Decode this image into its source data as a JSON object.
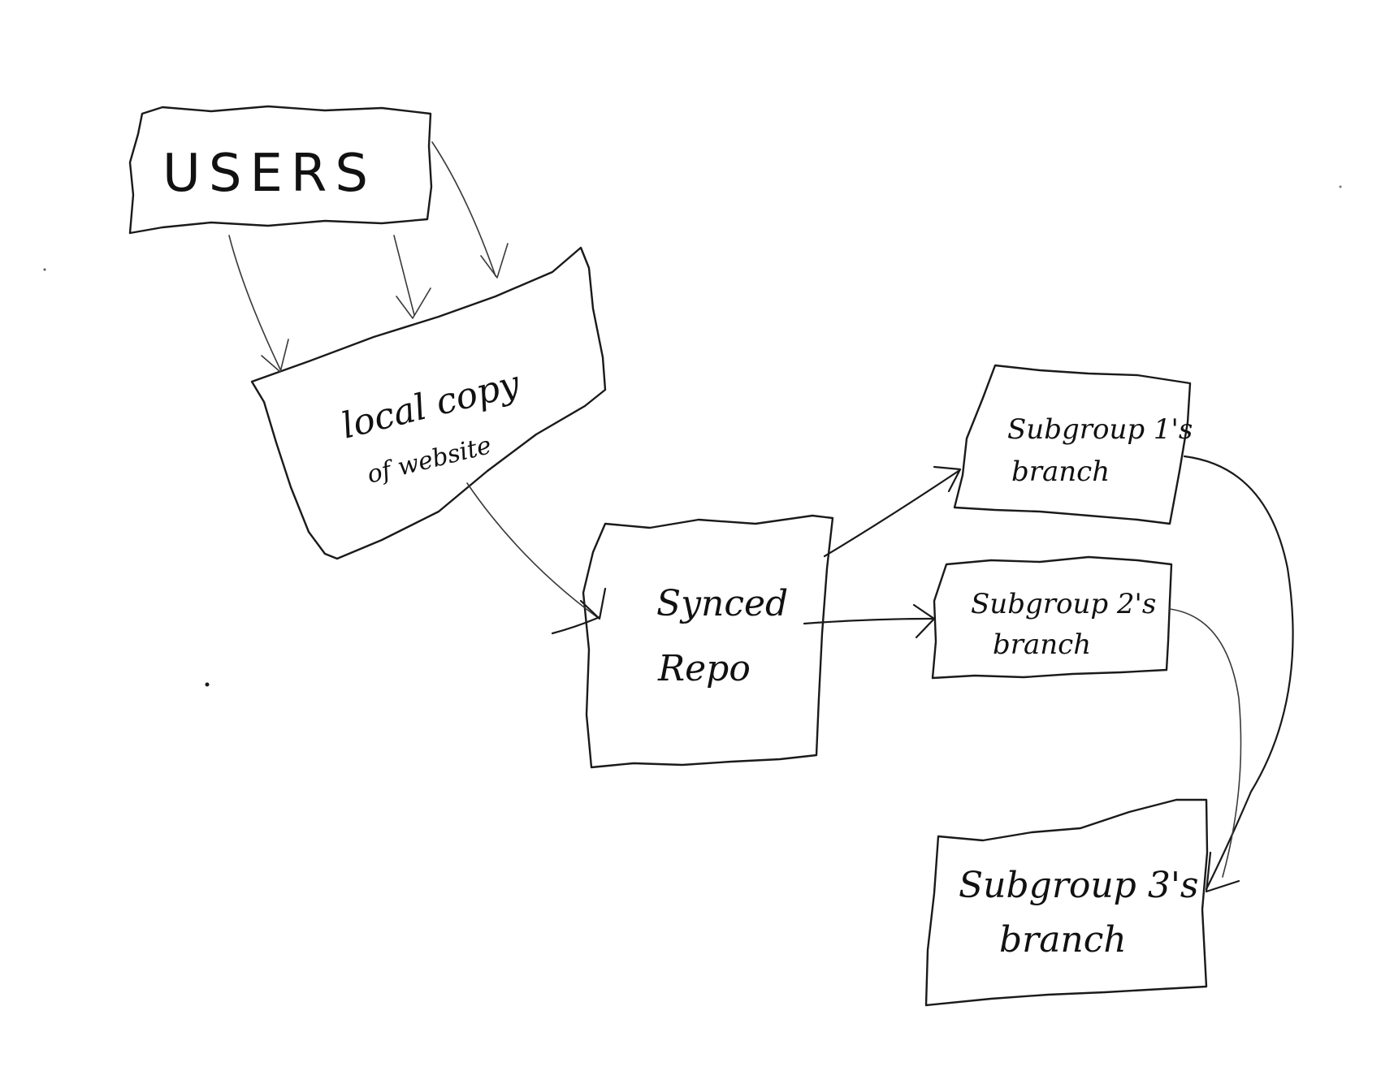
{
  "diagram": {
    "nodes": {
      "users": {
        "label": "USERS"
      },
      "local_copy": {
        "line1": "local copy",
        "line2": "of website"
      },
      "synced_repo": {
        "line1": "Synced",
        "line2": "Repo"
      },
      "subgroup1": {
        "line1": "Subgroup 1's",
        "line2": "branch"
      },
      "subgroup2": {
        "line1": "Subgroup 2's",
        "line2": "branch"
      },
      "subgroup3": {
        "line1": "Subgroup 3's",
        "line2": "branch"
      }
    },
    "edges": [
      {
        "from": "users",
        "to": "local_copy",
        "count": 3
      },
      {
        "from": "local_copy",
        "to": "synced_repo"
      },
      {
        "from": "synced_repo",
        "to": "subgroup1"
      },
      {
        "from": "synced_repo",
        "to": "subgroup2"
      },
      {
        "from": "subgroup1",
        "to": "subgroup3"
      },
      {
        "from": "subgroup2",
        "to": "subgroup3"
      }
    ],
    "style": {
      "ink_color": "#1a1a1a",
      "background_color": "#ffffff"
    }
  }
}
